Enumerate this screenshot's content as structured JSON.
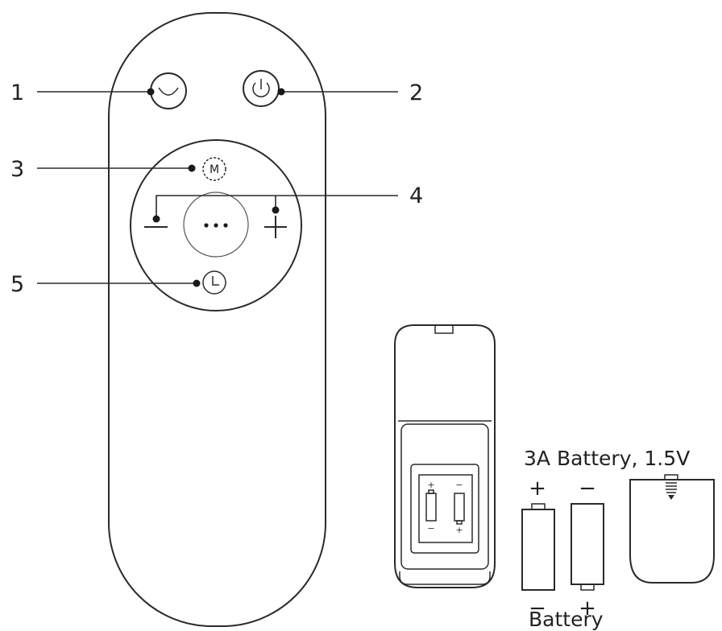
{
  "callouts": [
    {
      "number": "1",
      "target": "mode-button"
    },
    {
      "number": "2",
      "target": "power-button"
    },
    {
      "number": "3",
      "target": "m-button"
    },
    {
      "number": "4",
      "target": "plus-minus-buttons"
    },
    {
      "number": "5",
      "target": "timer-button"
    }
  ],
  "remote": {
    "buttons": {
      "m_label": "M",
      "center_label": "•••",
      "minus_symbol": "−",
      "plus_symbol": "+"
    }
  },
  "battery_section": {
    "spec_label": "3A Battery, 1.5V",
    "caption": "Battery",
    "battery_1": {
      "top_polarity": "+",
      "bottom_polarity": "−"
    },
    "battery_2": {
      "top_polarity": "−",
      "bottom_polarity": "+"
    },
    "compartment_marks": {
      "left_top": "+",
      "left_bottom": "−",
      "right_top": "−",
      "right_bottom": "+"
    }
  },
  "icons": [
    "mode-icon",
    "power-icon",
    "m-icon",
    "more-icon",
    "minus-icon",
    "plus-icon",
    "timer-icon",
    "battery-icon",
    "battery-cover-icon"
  ]
}
